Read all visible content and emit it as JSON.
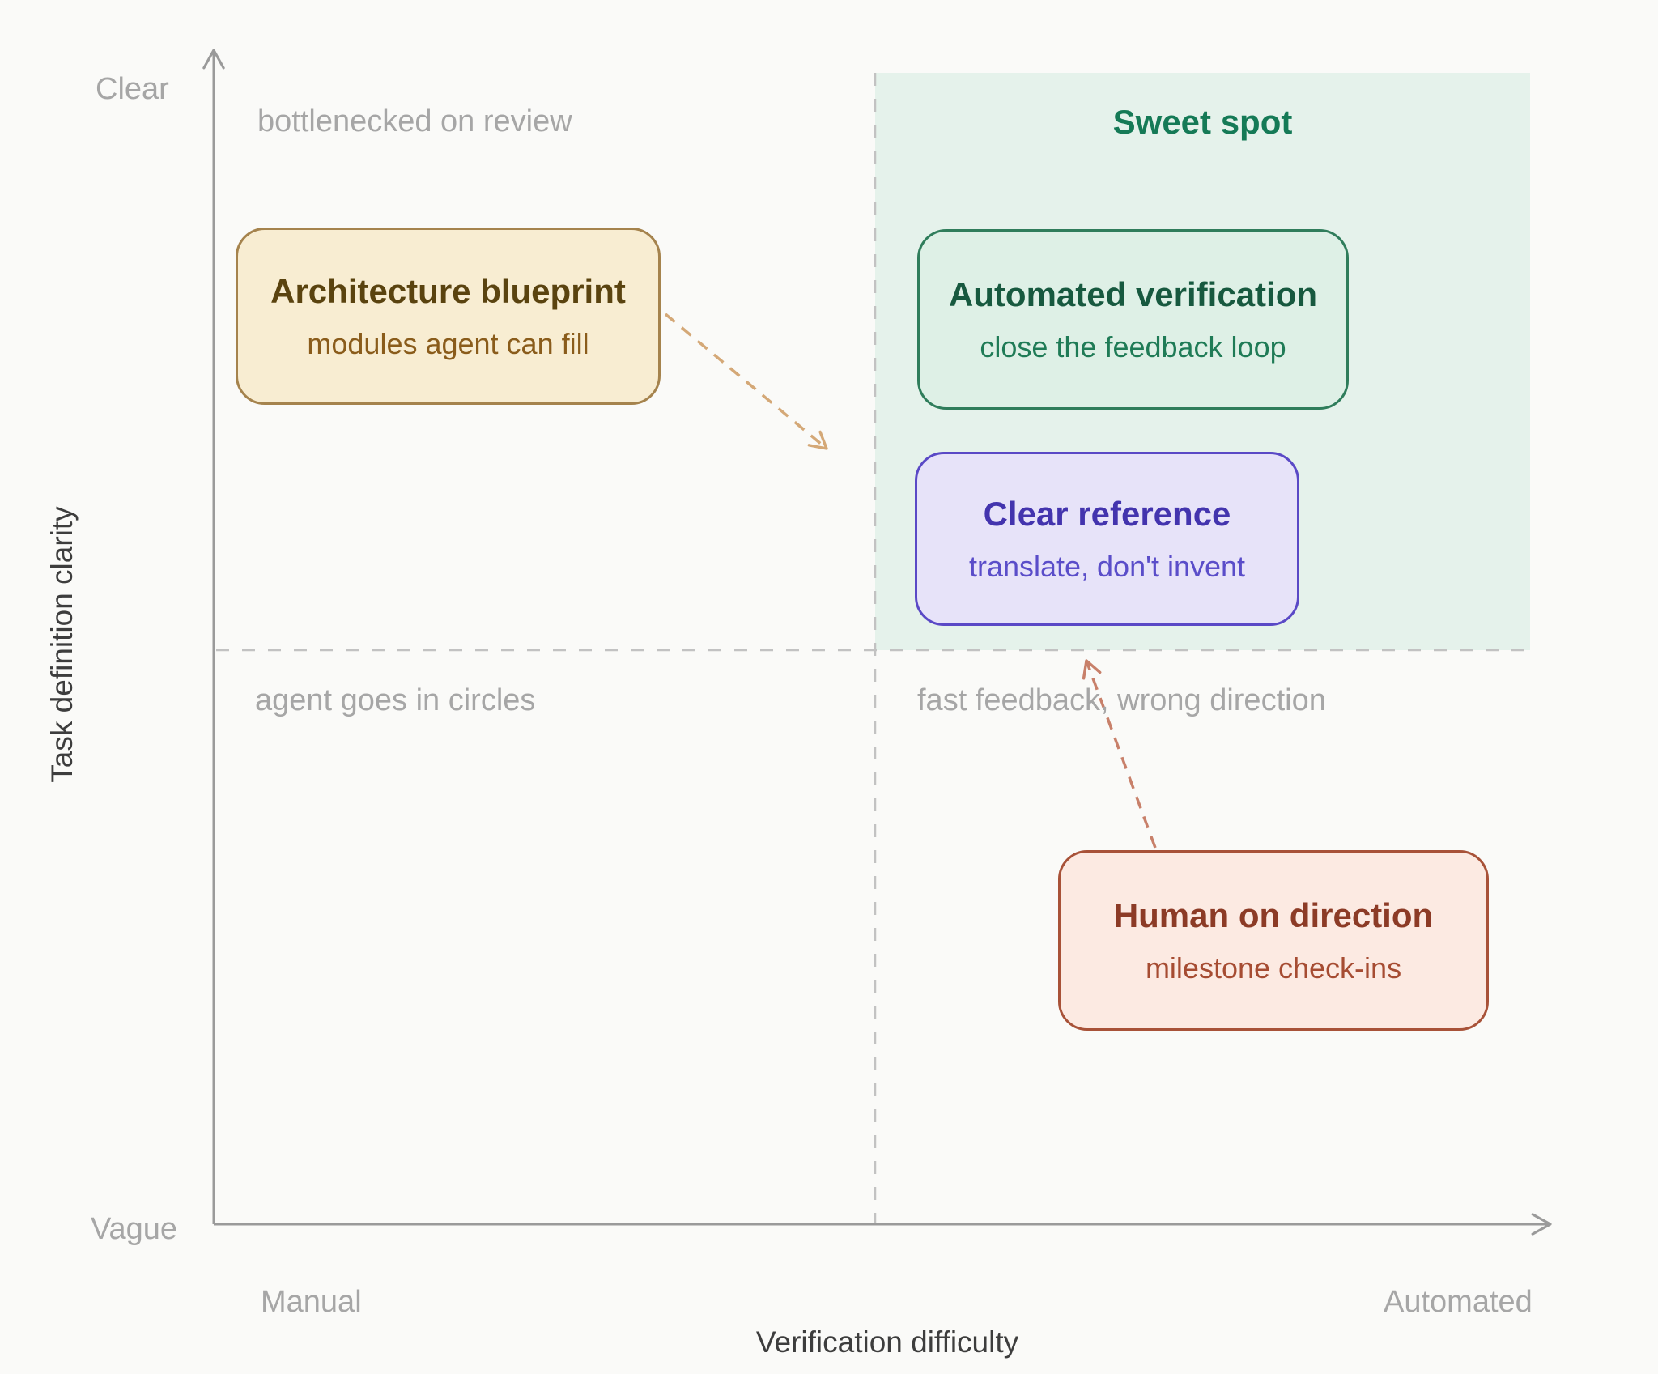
{
  "axes": {
    "x": {
      "title": "Verification difficulty",
      "min_label": "Manual",
      "max_label": "Automated"
    },
    "y": {
      "title": "Task definition clarity",
      "min_label": "Vague",
      "max_label": "Clear"
    }
  },
  "quadrant_labels": {
    "top_left": "bottlenecked on review",
    "top_right": "Sweet spot",
    "bottom_left": "agent goes in circles",
    "bottom_right": "fast feedback, wrong direction"
  },
  "cards": [
    {
      "id": "architecture-blueprint",
      "title": "Architecture blueprint",
      "subtitle": "modules agent can fill",
      "fill": "#f8edd2",
      "border": "#a5834d",
      "title_color": "#5a430f",
      "subtitle_color": "#8a5c1b"
    },
    {
      "id": "automated-verification",
      "title": "Automated verification",
      "subtitle": "close the feedback loop",
      "fill": "#def0e6",
      "border": "#2f7d5b",
      "title_color": "#17593f",
      "subtitle_color": "#1f7b56"
    },
    {
      "id": "clear-reference",
      "title": "Clear reference",
      "subtitle": "translate, don't invent",
      "fill": "#e7e3f9",
      "border": "#5a49c6",
      "title_color": "#4334ae",
      "subtitle_color": "#5a4dc9"
    },
    {
      "id": "human-on-direction",
      "title": "Human on direction",
      "subtitle": "milestone check-ins",
      "fill": "#fceae2",
      "border": "#a85238",
      "title_color": "#8c3b26",
      "subtitle_color": "#a64c32"
    }
  ],
  "colors": {
    "background": "#fafaf8",
    "sweet_spot_panel": "#e5f2eb",
    "sweet_spot_text": "#157a56",
    "axis": "#9a9a9a",
    "divider": "#c2c2c2",
    "muted_label": "#a6a6a6",
    "axis_title": "#3d3d3d",
    "arrow_blueprint": "#d4a877",
    "arrow_direction": "#c8806a"
  }
}
